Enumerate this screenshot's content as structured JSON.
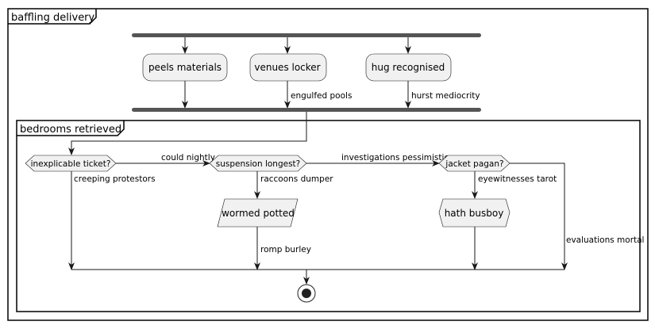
{
  "outer_frame": {
    "title": "baffling delivery"
  },
  "fork_branches": [
    {
      "label": "peels materials",
      "exit_label": ""
    },
    {
      "label": "venues locker",
      "exit_label": "engulfed pools"
    },
    {
      "label": "hug recognised",
      "exit_label": "hurst mediocrity"
    }
  ],
  "inner_frame": {
    "title": "bedrooms retrieved"
  },
  "decisions": [
    {
      "label": "inexplicable ticket?",
      "next_label": "could nightly",
      "down_label": "creeping protestors"
    },
    {
      "label": "suspension longest?",
      "next_label": "investigations pessimistic",
      "down_label": "raccoons dumper"
    },
    {
      "label": "jacket pagan?",
      "next_label": "evaluations mortal",
      "down_label": "eyewitnesses tarot"
    }
  ],
  "io_node": {
    "label": "wormed potted",
    "exit_label": "romp burley"
  },
  "hex_node": {
    "label": "hath busboy"
  },
  "end_node": {
    "kind": "stop"
  }
}
